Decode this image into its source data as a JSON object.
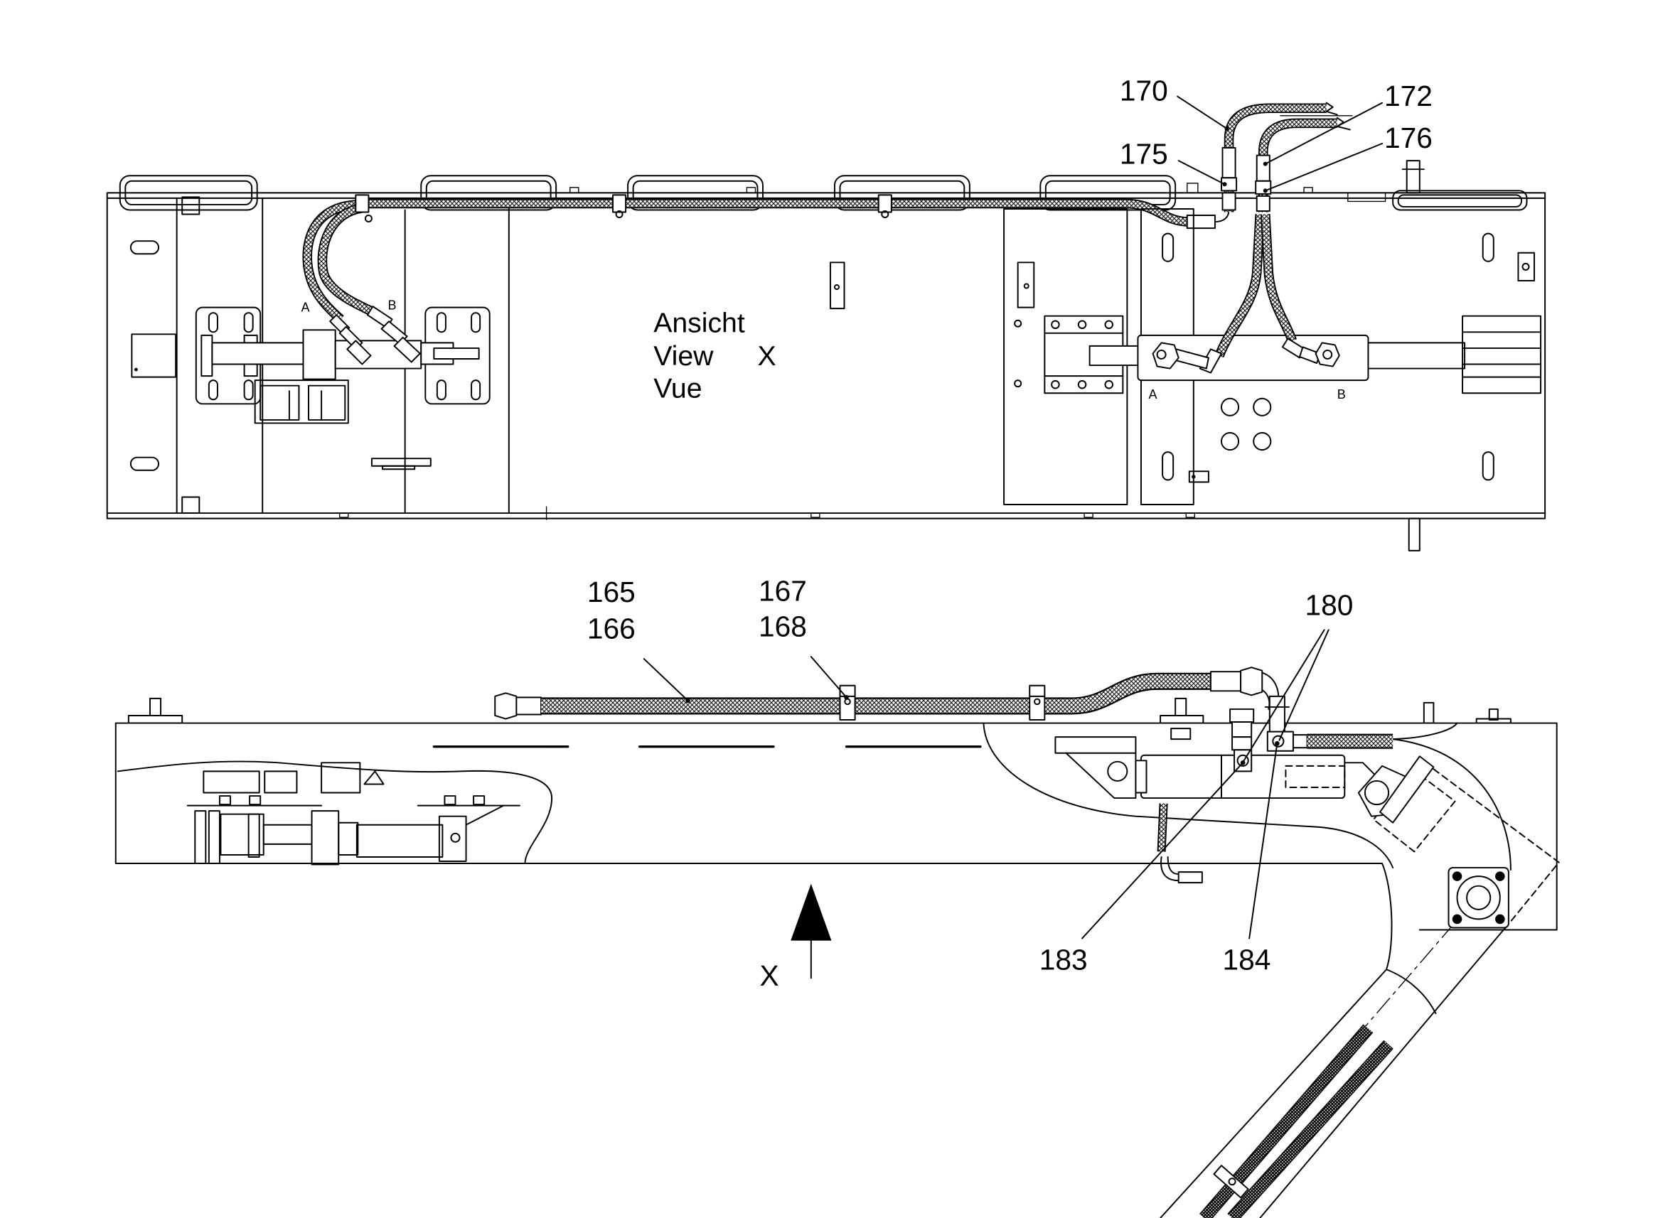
{
  "callouts": {
    "c170": "170",
    "c172": "172",
    "c175": "175",
    "c176": "176",
    "c165": "165",
    "c166": "166",
    "c167": "167",
    "c168": "168",
    "c180": "180",
    "c183": "183",
    "c184": "184"
  },
  "view_label": {
    "line1": "Ansicht",
    "line2": "View",
    "letter": "X",
    "line3": "Vue"
  },
  "ports": {
    "left_a": "A",
    "left_b": "B",
    "right_a": "A",
    "right_b": "B"
  },
  "view_arrow": {
    "label": "X"
  }
}
